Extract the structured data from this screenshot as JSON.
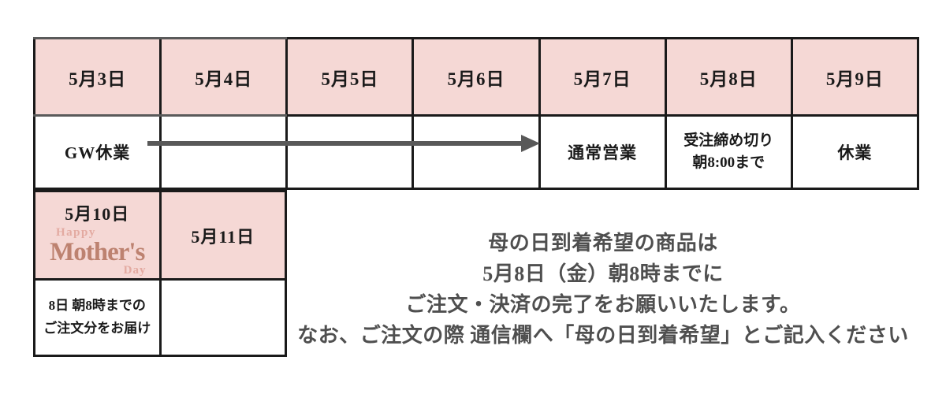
{
  "colors": {
    "cell_pink": "#f5d8d5",
    "border_dark": "#1a1a1a",
    "border_gray": "#5a5a5a",
    "arrow_gray": "#595959",
    "notice_text": "#4f4f4f",
    "logo_rose": "#bd8270",
    "logo_light_pink": "#e3aaa1"
  },
  "calendar": {
    "header_dates": [
      "5月3日",
      "5月4日",
      "5月5日",
      "5月6日",
      "5月7日",
      "5月8日",
      "5月9日"
    ],
    "status_row": {
      "gw_closure": "GW休業",
      "normal_business": "通常営業",
      "order_deadline_line1": "受注締め切り",
      "order_deadline_line2": "朝8:00まで",
      "closed": "休業"
    }
  },
  "mothers_day_block": {
    "date_may10": "5月10日",
    "date_may11": "5月11日",
    "logo": {
      "happy": "Happy",
      "mothers": "Mother's",
      "day": "Day"
    },
    "delivery_note_line1": "8日 朝8時までの",
    "delivery_note_line2": "ご注文分をお届け"
  },
  "notice": {
    "line1": "母の日到着希望の商品は",
    "line2": "5月8日（金）朝8時までに",
    "line3": "ご注文・決済の完了をお願いいたします。",
    "line4": "なお、ご注文の際 通信欄へ「母の日到着希望」とご記入ください"
  }
}
